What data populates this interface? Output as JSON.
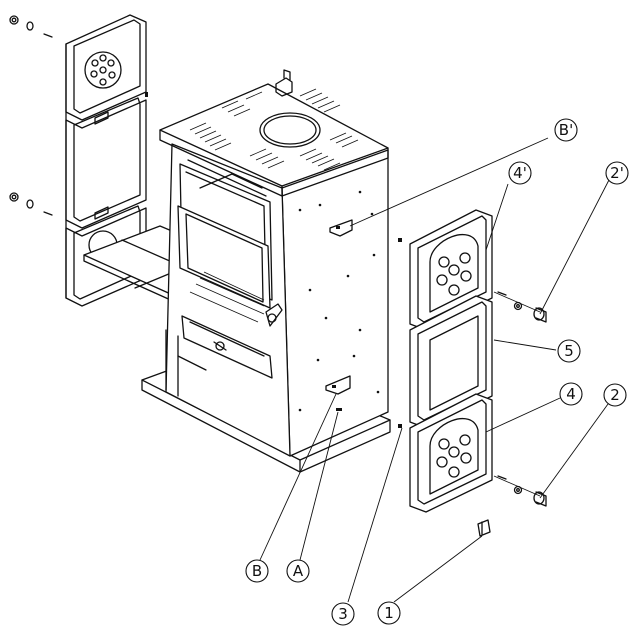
{
  "callouts": {
    "B_prime": "B'",
    "four_prime": "4'",
    "two_prime": "2'",
    "five": "5",
    "four": "4",
    "two": "2",
    "B": "B",
    "A": "A",
    "three": "3",
    "one": "1"
  }
}
